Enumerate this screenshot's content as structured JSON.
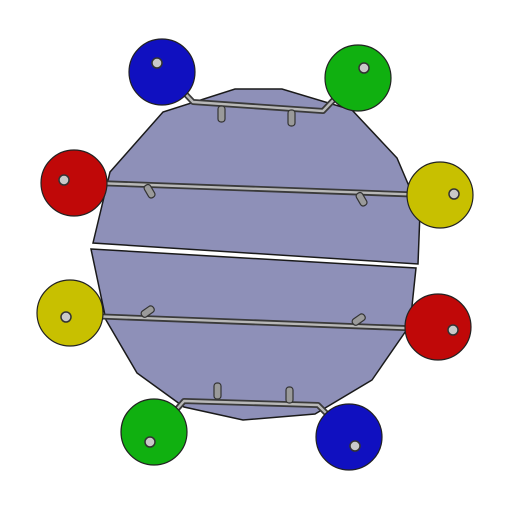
{
  "colors": {
    "background": "#ffffff",
    "plate": "#8e90b8",
    "blue": "#1010c0",
    "green": "#10b010",
    "red": "#c00808",
    "yellow": "#c8c000"
  },
  "pads": [
    {
      "id": "top-left",
      "color": "blue"
    },
    {
      "id": "top-right",
      "color": "green"
    },
    {
      "id": "upper-left",
      "color": "red"
    },
    {
      "id": "upper-right",
      "color": "yellow"
    },
    {
      "id": "lower-left",
      "color": "yellow"
    },
    {
      "id": "lower-right",
      "color": "red"
    },
    {
      "id": "bottom-left",
      "color": "green"
    },
    {
      "id": "bottom-right",
      "color": "blue"
    }
  ]
}
